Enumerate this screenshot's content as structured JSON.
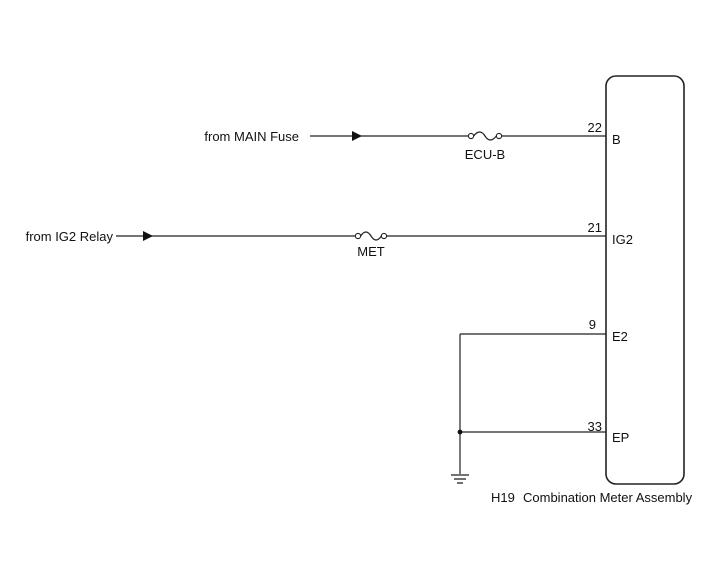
{
  "sources": {
    "main_fuse": "from MAIN Fuse",
    "ig2_relay": "from IG2 Relay"
  },
  "fuses": {
    "ecu_b": "ECU-B",
    "met": "MET"
  },
  "pins": [
    {
      "number": "22",
      "name": "B"
    },
    {
      "number": "21",
      "name": "IG2"
    },
    {
      "number": "9",
      "name": "E2"
    },
    {
      "number": "33",
      "name": "EP"
    }
  ],
  "connector": {
    "code": "H19",
    "name": "Combination Meter Assembly"
  }
}
